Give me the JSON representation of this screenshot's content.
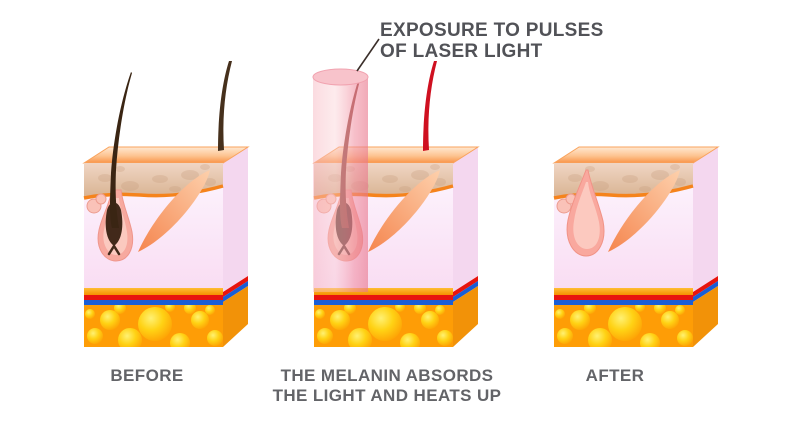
{
  "diagram": {
    "subject": "laser-hair-removal-stages",
    "background": "#ffffff",
    "stage_count": 3
  },
  "labels": {
    "exposure": {
      "line1": "EXPOSURE TO PULSES",
      "line2": "OF LASER LIGHT"
    },
    "before": "BEFORE",
    "melanin": {
      "line1": "THE MELANIN ABSORDS",
      "line2": "THE LIGHT AND HEATS UP"
    },
    "after": "AFTER"
  },
  "panels": [
    {
      "id": "before",
      "caption": "BEFORE",
      "description": "skin cross-section with two dark hairs and pigmented follicle"
    },
    {
      "id": "during",
      "caption": "THE MELANIN ABSORDS THE LIGHT AND HEATS UP",
      "description": "pink laser beam penetrates skin, follicle root heated, red hair"
    },
    {
      "id": "after",
      "caption": "AFTER",
      "description": "skin cross-section with empty pink follicle, hair removed"
    }
  ],
  "colors": {
    "label_dark": "#515257",
    "label_gray": "#636468",
    "top_face_front": "#f99448",
    "top_face_back": "#ffe8d2",
    "epidermis": "#e6c3a8",
    "epidermis_line": "#f5831c",
    "dermis_top": "#fcf1fc",
    "dermis_bottom": "#f9ddf3",
    "strip_orange": "#ffaa00",
    "vessel_red": "#e8140e",
    "vessel_blue": "#1b5ed6",
    "fat_orange": "#fe9d06",
    "bubble_yellow": "#ffd214",
    "hair_brown": "#3a2513",
    "hair_red": "#cf1020",
    "follicle_outer": "#f7a99f",
    "follicle_inner": "#fbc9bf",
    "root_brown": "#42291a",
    "root_heated": "#6d3c36",
    "shaft_heated": "#95493f",
    "beam_pink": "#f5a9b8",
    "muscle_light": "#fdd0ac",
    "muscle_dark": "#f5854e",
    "side_face_pink": "#f4d7ef",
    "side_face_fat": "#f29208",
    "pointer_line": "#3b2f2a"
  }
}
